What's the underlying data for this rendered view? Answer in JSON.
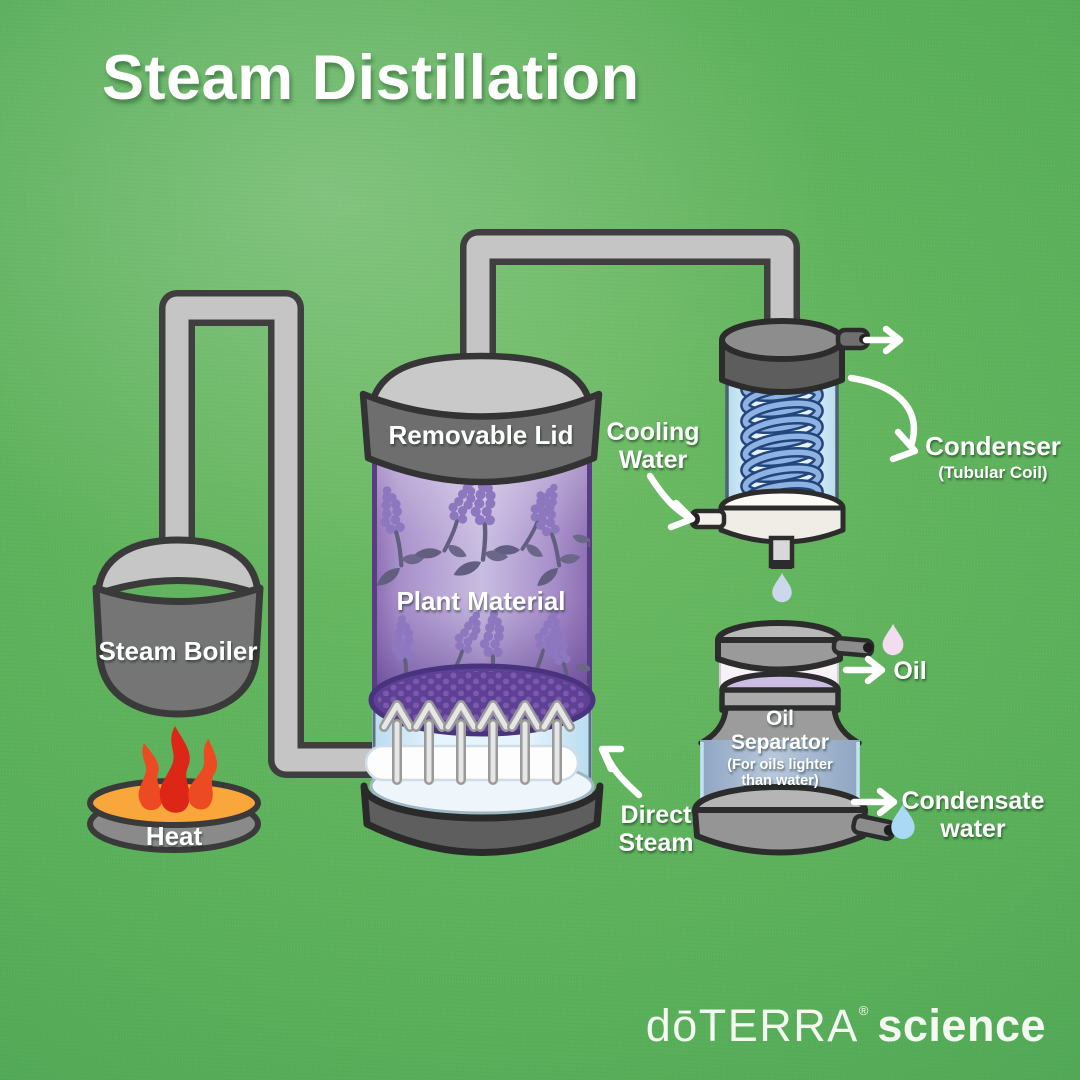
{
  "title": "Steam Distillation",
  "apparatus": {
    "steam_boiler": "Steam Boiler",
    "heat": "Heat",
    "removable_lid": "Removable Lid",
    "plant_material": "Plant Material",
    "oil_separator_line1": "Oil",
    "oil_separator_line2": "Separator",
    "separator_note_line1": "(For oils lighter",
    "separator_note_line2": "than water)"
  },
  "annotations": {
    "cooling_water_line1": "Cooling",
    "cooling_water_line2": "Water",
    "condenser": "Condenser",
    "condenser_sub": "(Tubular Coil)",
    "direct_steam_line1": "Direct",
    "direct_steam_line2": "Steam",
    "oil": "Oil",
    "condensate_line1": "Condensate",
    "condensate_line2": "water"
  },
  "branding": {
    "name": "dōTERRA",
    "trademark": "®",
    "suffix": "science"
  },
  "icons": {
    "flame": "flame-icon",
    "oil_droplet": "oil-droplet-icon",
    "water_droplet": "water-droplet-icon",
    "condensate_droplet": "condensate-droplet-icon",
    "arrows": "hand-drawn-white-arrows"
  },
  "colors": {
    "background_green": "#58ae59",
    "metal_dark": "#6e6e6e",
    "metal_light": "#c5c5c5",
    "outline": "#333333",
    "plant_purple": "#c9bde1",
    "plate_purple": "#5e4095",
    "glass_blue": "#e6f4fc",
    "coil_blue": "#24457c",
    "flame_red": "#de2616",
    "heat_orange": "#f9a63a",
    "oil_pink": "#f3dcee",
    "water_blue": "#a9d9f5",
    "label_white": "#ffffff"
  }
}
